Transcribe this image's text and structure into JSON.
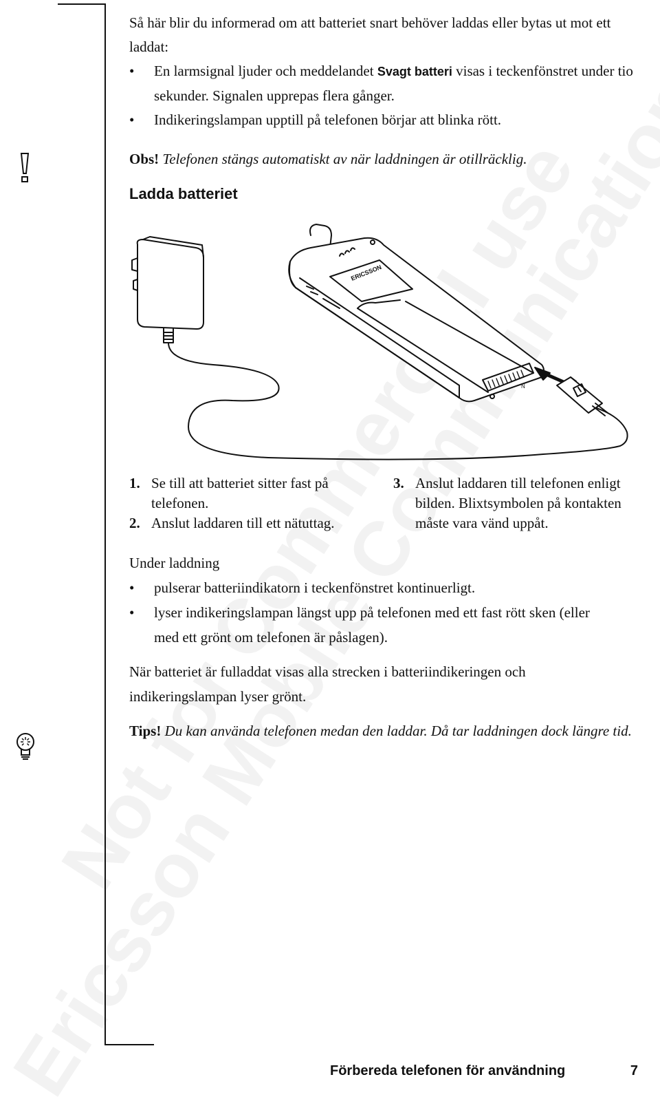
{
  "watermark": {
    "line1": "Ericsson Mobile Communications AB",
    "line2": "Not for Commercial use"
  },
  "intro": {
    "text": "Så här blir du informerad om att batteriet snart behöver laddas eller bytas ut mot ett laddat:",
    "bullet1": {
      "before": "En larmsignal ljuder och meddelandet ",
      "strong": "Svagt batteri",
      "after": " visas i teckenfönstret under tio sekunder. Signalen upprepas flera gånger."
    },
    "bullet2": "Indikeringslampan upptill på telefonen börjar att blinka rött."
  },
  "note": {
    "lead": "Obs!",
    "text": " Telefonen stängs automatiskt av när laddningen är otillräcklig."
  },
  "heading": "Ladda batteriet",
  "figure": {
    "phone_brand": "ERICSSON",
    "connector_mark": "N"
  },
  "steps": [
    {
      "num": "1.",
      "text": "Se till att batteriet sitter fast på telefonen."
    },
    {
      "num": "2.",
      "text": "Anslut laddaren till ett nätuttag."
    },
    {
      "num": "3.",
      "text": "Anslut laddaren till telefonen enligt bilden. Blixtsymbolen på kontakten måste vara vänd uppåt."
    }
  ],
  "charging": {
    "title": "Under laddning",
    "bullet1": "pulserar batteriindikatorn i teckenfönstret kontinuerligt.",
    "bullet2": "lyser indikeringslampan längst upp på telefonen med ett fast rött sken (eller med ett grönt om telefonen är påslagen)."
  },
  "full_text": "När batteriet är fulladdat visas alla strecken i batteriindikeringen och indikeringslampan lyser grönt.",
  "tip": {
    "lead": "Tips!",
    "text": " Du kan använda telefonen medan den laddar. Då tar laddningen dock längre tid."
  },
  "footer": {
    "title": "Förbereda telefonen för användning",
    "page": "7"
  },
  "bullet_char": "•",
  "icons": {
    "warning": "exclamation-icon",
    "tip": "lightbulb-icon"
  }
}
